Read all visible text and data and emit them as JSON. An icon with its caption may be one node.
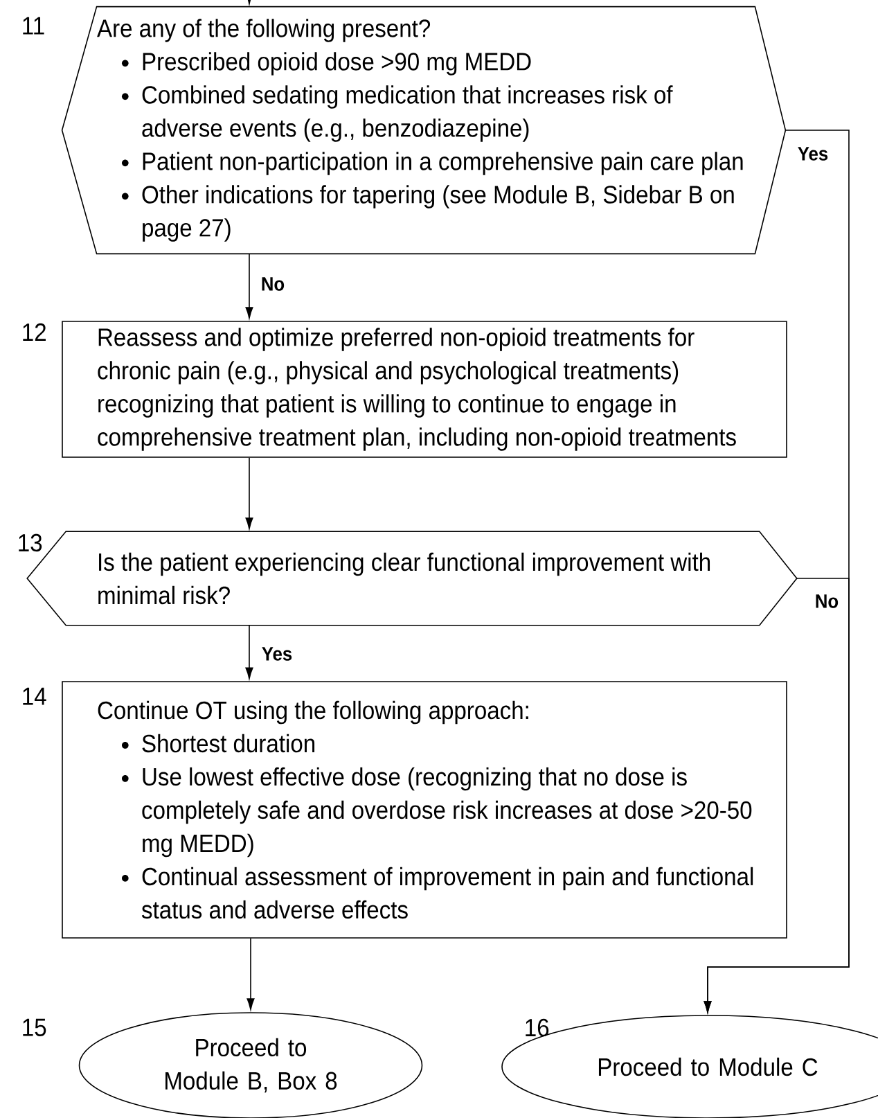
{
  "diagram": {
    "nodes": [
      {
        "text": [
          "Are any of the following present?",
          "Prescribed opioid dose >90 mg MEDD",
          "Combined sedating medication that increases risk of adverse events (e.g., benzodiazepine)",
          "Patient non-participation in a comprehensive pain care plan",
          "Other indications for tapering (see Module B, Sidebar B on page 27)"
        ],
        "beside": [
          "11"
        ]
      },
      {
        "text": [
          "Reassess and optimize preferred non-opioid treatments for chronic pain (e.g., physical and psychological treatments) recognizing that patient is willing to continue to engage in comprehensive treatment plan, including non-opioid treatments"
        ],
        "beside": [
          "12"
        ]
      },
      {
        "text": [
          "Is the patient experiencing clear functional improvement with minimal risk?"
        ],
        "beside": [
          "13"
        ]
      },
      {
        "text": [
          "Continue OT using the following approach:",
          "Shortest duration",
          "Use lowest effective dose (recognizing that no dose is completely safe and overdose risk increases at dose >20-50 mg MEDD)",
          "Continual assessment of improvement in pain and functional status and adverse effects"
        ],
        "beside": [
          "14"
        ]
      },
      {
        "text": [
          "Proceed to Module B, Box 8"
        ],
        "beside": [
          "15"
        ]
      },
      {
        "text": [
          "Proceed to Module C"
        ],
        "beside": [
          "16"
        ]
      }
    ],
    "edges": [
      {
        "from": null,
        "to": 0,
        "arrow": "to"
      },
      {
        "from": 0,
        "to": 1,
        "arrow": "to",
        "label": "No"
      },
      {
        "from": 1,
        "to": 2,
        "arrow": "to"
      },
      {
        "from": 2,
        "to": 3,
        "arrow": "to",
        "label": "Yes"
      },
      {
        "from": 3,
        "to": 4,
        "arrow": "to"
      },
      {
        "from": 0,
        "to": 5,
        "arrow": "to",
        "label": "Yes"
      },
      {
        "from": 2,
        "to": 5,
        "arrow": "to",
        "label": "No"
      }
    ]
  }
}
